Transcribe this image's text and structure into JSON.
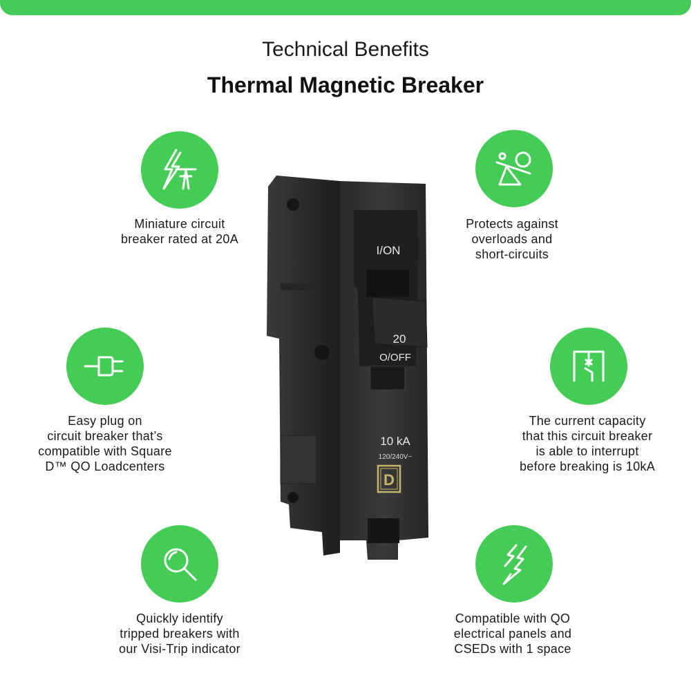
{
  "header": {
    "title": "Technical Benefits",
    "subtitle": "Thermal Magnetic Breaker"
  },
  "colors": {
    "accent": "#44cc56",
    "text": "#1a1a1a",
    "breaker_body": "#2c2c2c"
  },
  "features": [
    {
      "icon": "lightning-tower-icon",
      "lines": [
        "Miniature circuit",
        "breaker rated at 20A"
      ]
    },
    {
      "icon": "seesaw-balance-icon",
      "lines": [
        "Protects against",
        "overloads and",
        "short-circuits"
      ]
    },
    {
      "icon": "plug-icon",
      "lines": [
        "Easy plug on",
        "circuit breaker that’s",
        "compatible with Square",
        "D™ QO Loadcenters"
      ]
    },
    {
      "icon": "breaker-switch-icon",
      "lines": [
        "The current capacity",
        "that this circuit breaker",
        "is able to interrupt",
        "before breaking is 10kA"
      ]
    },
    {
      "icon": "magnifier-icon",
      "lines": [
        "Quickly identify",
        "tripped breakers with",
        "our Visi-Trip indicator"
      ]
    },
    {
      "icon": "double-lightning-icon",
      "lines": [
        "Compatible with QO",
        "electrical panels and",
        "CSEDs with 1 space"
      ]
    }
  ],
  "breaker": {
    "on_label": "I/ON",
    "rating": "20",
    "off_label": "O/OFF",
    "interrupt_rating": "10 kA",
    "voltage": "120/240V~",
    "logo_letter": "D"
  }
}
